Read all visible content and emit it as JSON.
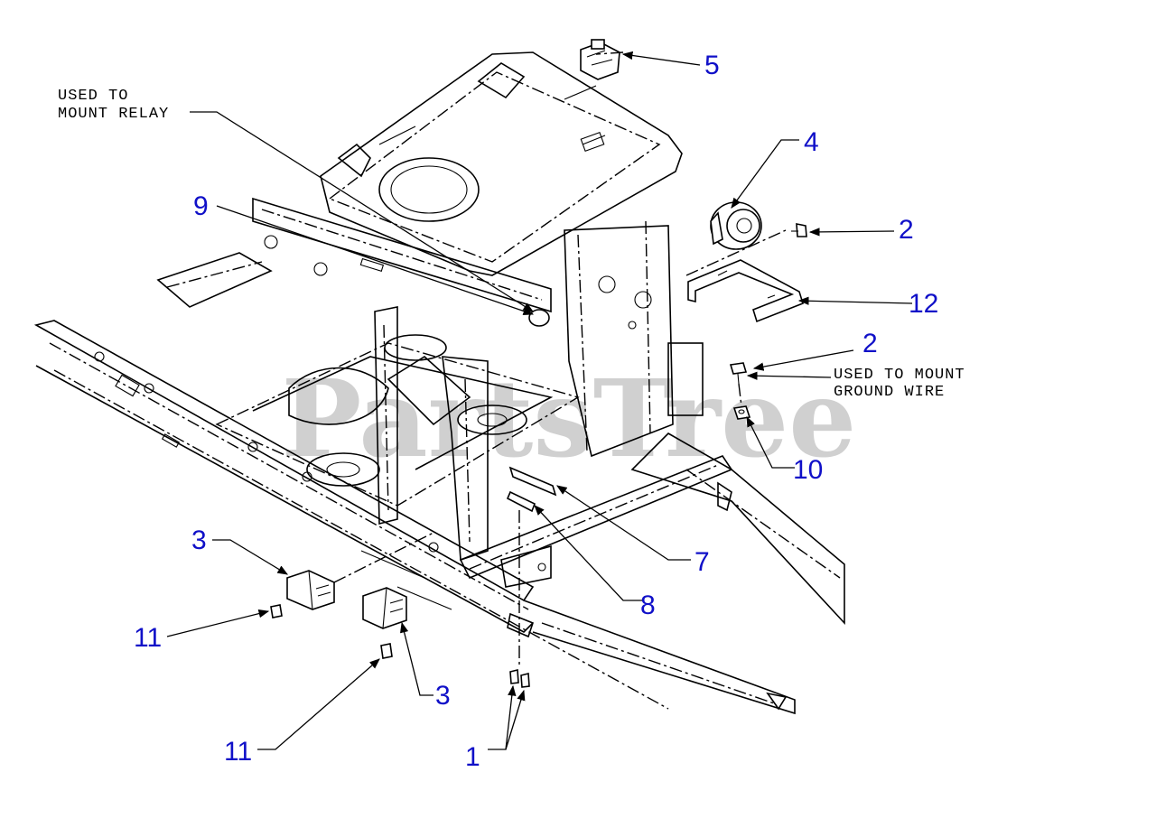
{
  "diagram": {
    "watermark": "PartsTree",
    "colors": {
      "callout": "#1010c8",
      "line": "#000000",
      "watermark": "#c8c8c8"
    },
    "notes": {
      "relay_line1": "USED TO",
      "relay_line2": "MOUNT RELAY",
      "ground_line1": "USED TO MOUNT",
      "ground_line2": "GROUND WIRE"
    },
    "callouts": {
      "c5": "5",
      "c4": "4",
      "c9": "9",
      "c2a": "2",
      "c12": "12",
      "c2b": "2",
      "c10": "10",
      "c7": "7",
      "c8": "8",
      "c3a": "3",
      "c11a": "11",
      "c3b": "3",
      "c11b": "11",
      "c1": "1"
    }
  }
}
